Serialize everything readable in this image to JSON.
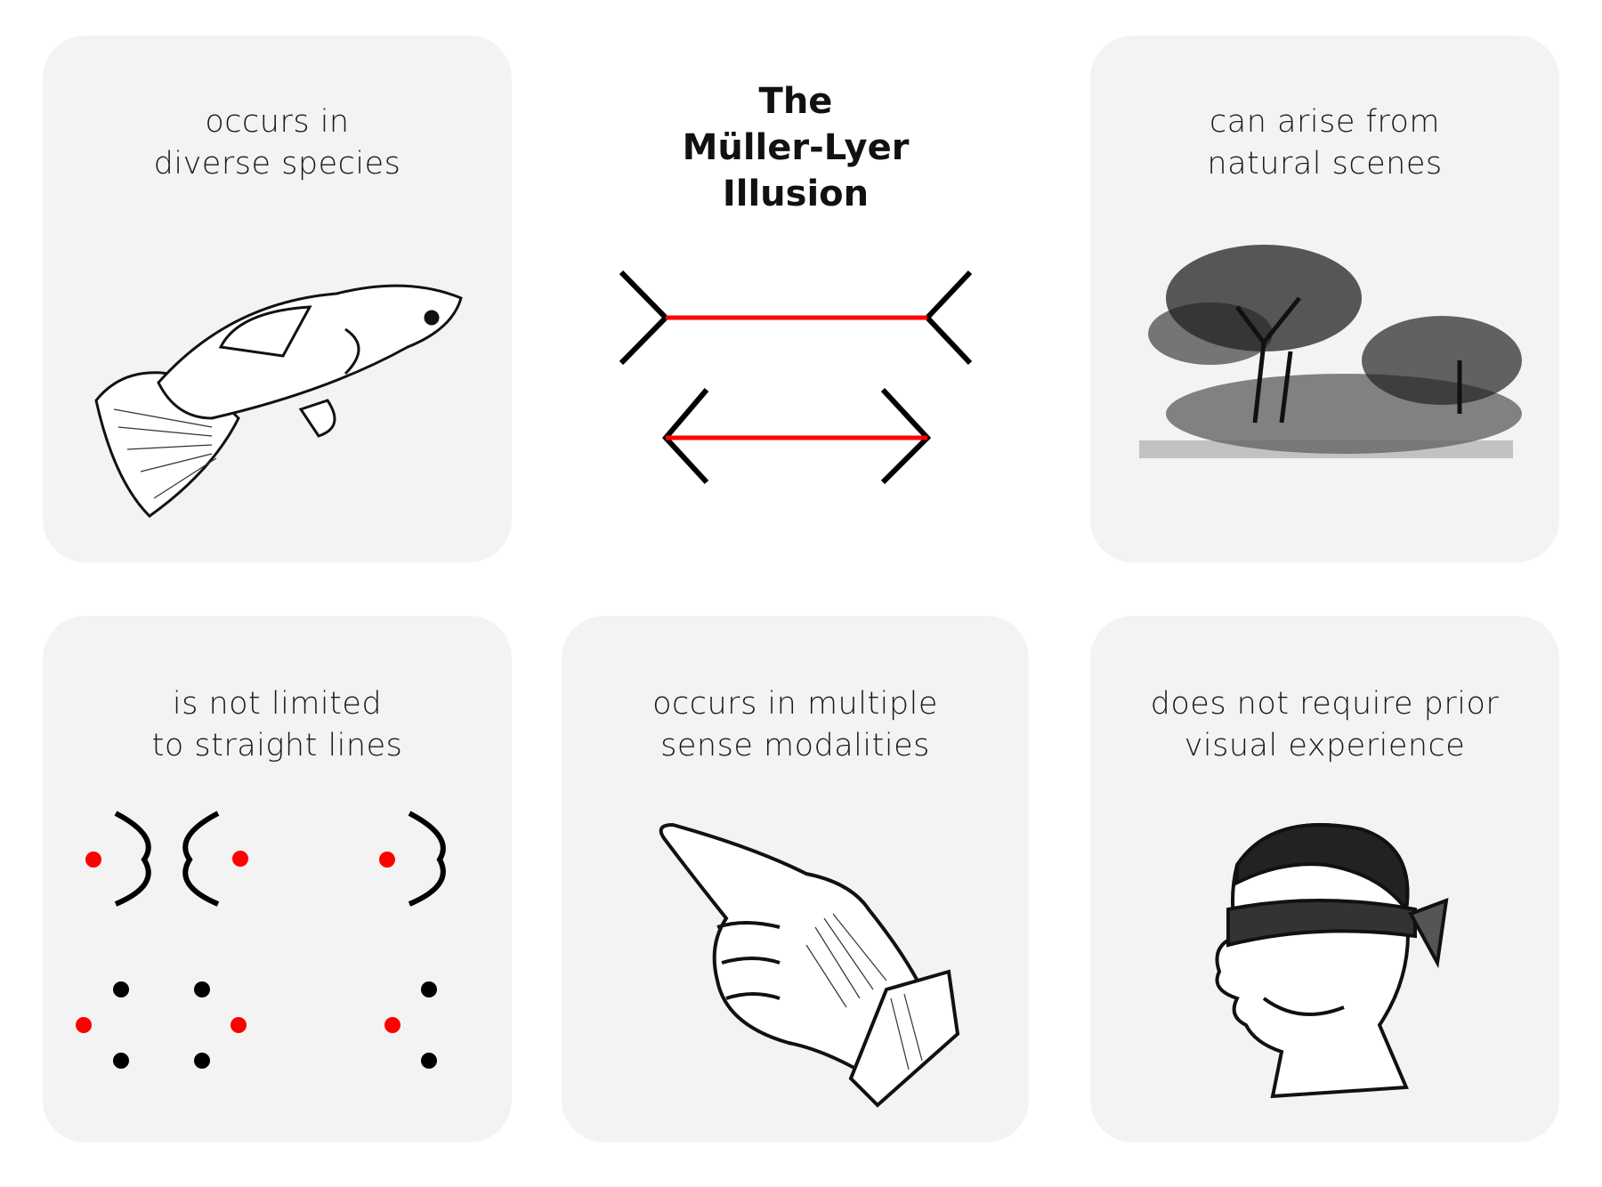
{
  "title": {
    "line1": "The",
    "line2": "Müller-Lyer",
    "line3": "Illusion"
  },
  "colors": {
    "accent": "#ff0000",
    "card": "#f3f3f3",
    "ink": "#000000"
  },
  "cards": [
    {
      "line1": "occurs in",
      "line2": "diverse species",
      "icon": "fish-icon"
    },
    {
      "line1": "can arise from",
      "line2": "natural scenes",
      "icon": "tree-icon"
    },
    {
      "line1": "is not limited",
      "line2": "to straight lines",
      "icon": "curved-illusion-icon"
    },
    {
      "line1": "occurs in multiple",
      "line2": "sense modalities",
      "icon": "pointing-hand-icon"
    },
    {
      "line1": "does not require prior",
      "line2": "visual experience",
      "icon": "blindfolded-head-icon"
    }
  ]
}
